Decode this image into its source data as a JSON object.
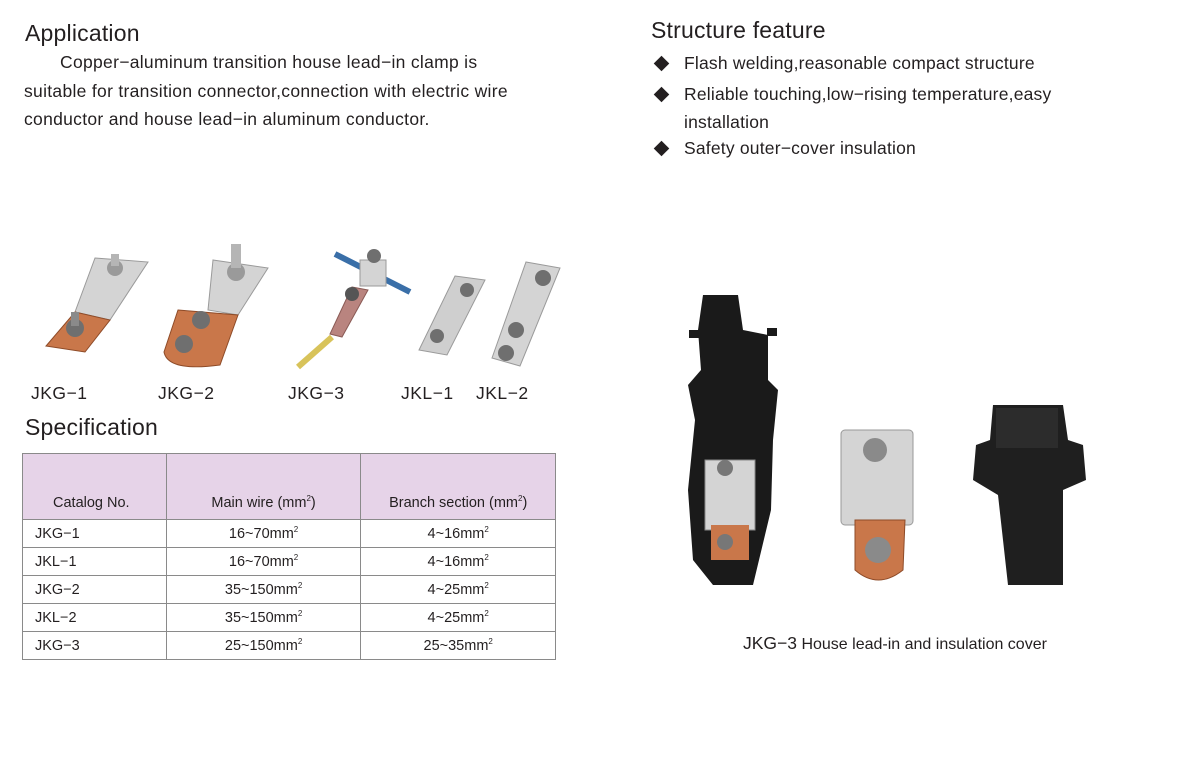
{
  "application": {
    "title": "Application",
    "text_line1": "Copper−aluminum transition house lead−in clamp is",
    "text_line2": "suitable for transition connector,connection with electric wire",
    "text_line3": "conductor and house lead−in aluminum conductor."
  },
  "structure": {
    "title": "Structure feature",
    "items": [
      {
        "line1": "Flash welding,reasonable compact structure",
        "line2": ""
      },
      {
        "line1": "Reliable touching,low−rising temperature,easy",
        "line2": "installation"
      },
      {
        "line1": "Safety outer−cover insulation",
        "line2": ""
      }
    ]
  },
  "products": [
    {
      "label": "JKG−1"
    },
    {
      "label": "JKG−2"
    },
    {
      "label": "JKG−3"
    },
    {
      "label": "JKL−1"
    },
    {
      "label": "JKL−2"
    }
  ],
  "specification": {
    "title": "Specification",
    "headers": [
      "Catalog No.",
      "Main wire (mm",
      "Branch section (mm"
    ],
    "header_sup": "2",
    "header_close": ")",
    "unit_sup": "2",
    "rows": [
      {
        "catalog": "JKG−1",
        "main": "16~70mm",
        "branch": "4~16mm"
      },
      {
        "catalog": "JKL−1",
        "main": "16~70mm",
        "branch": "4~16mm"
      },
      {
        "catalog": "JKG−2",
        "main": "35~150mm",
        "branch": "4~25mm"
      },
      {
        "catalog": "JKL−2",
        "main": "35~150mm",
        "branch": "4~25mm"
      },
      {
        "catalog": "JKG−3",
        "main": "25~150mm",
        "branch": "25~35mm"
      }
    ]
  },
  "photo_caption": {
    "model": "JKG−3",
    "text": " House lead-in and insulation cover"
  },
  "colors": {
    "text": "#231f20",
    "table_header_bg": "#e6d3e8",
    "table_border": "#8a8a8a",
    "copper": "#c9774a",
    "aluminum": "#c7c7c7",
    "insulation_black": "#1a1a1a"
  }
}
